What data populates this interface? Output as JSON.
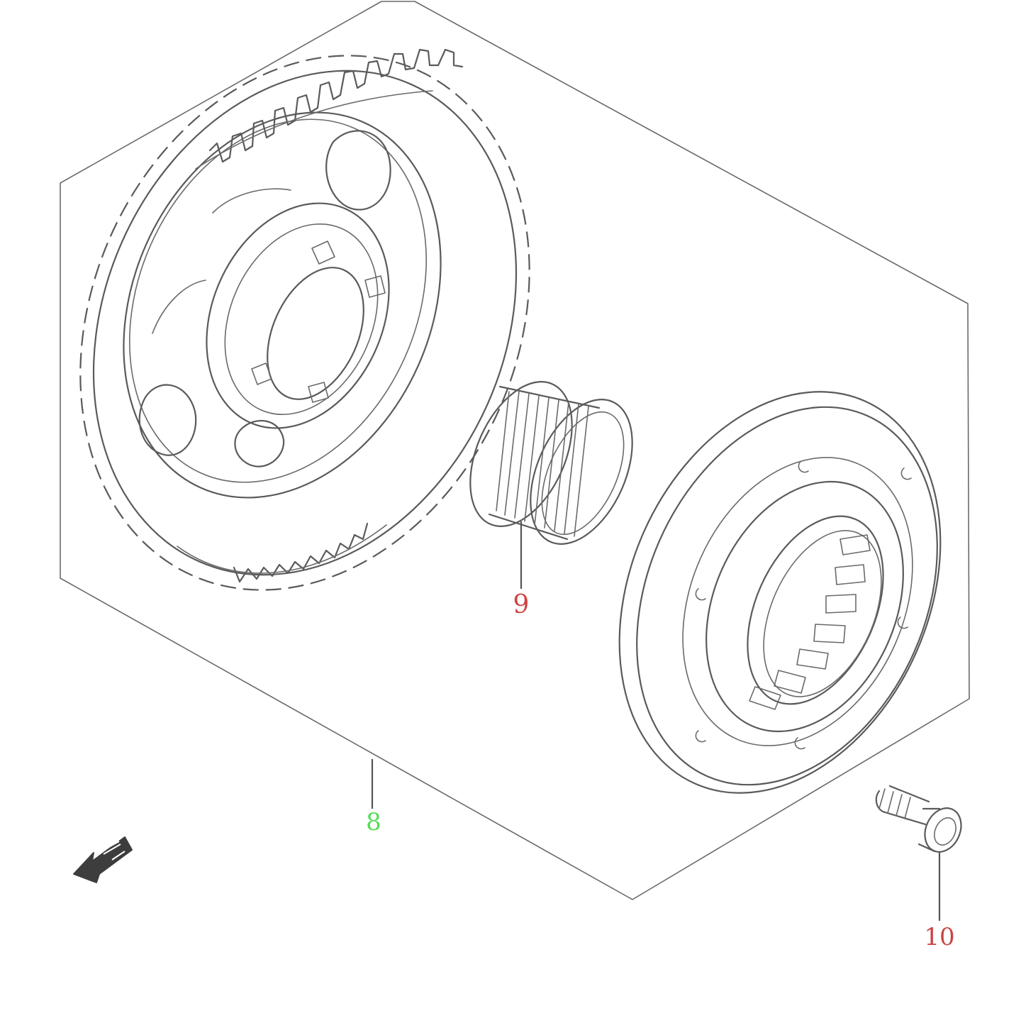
{
  "callouts": {
    "part_8": {
      "label": "8",
      "color": "#55dd55"
    },
    "part_9": {
      "label": "9",
      "color": "#cc4444"
    },
    "part_10": {
      "label": "10",
      "color": "#cc4444"
    }
  },
  "icons": {
    "front_arrow": "front-direction-arrow-icon"
  }
}
